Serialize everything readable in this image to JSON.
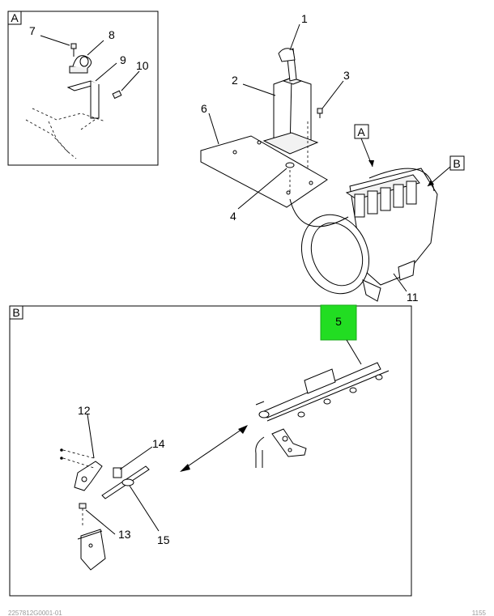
{
  "detail_a": {
    "box_label": "A"
  },
  "detail_b": {
    "box_label": "B"
  },
  "callouts": {
    "c1": "1",
    "c2": "2",
    "c3": "3",
    "c4": "4",
    "c5": "5",
    "c6": "6",
    "c7": "7",
    "c8": "8",
    "c9": "9",
    "c10": "10",
    "c11": "11",
    "c12": "12",
    "c13": "13",
    "c14": "14",
    "c15": "15"
  },
  "reference_markers": {
    "a": "A",
    "b": "B"
  },
  "highlight": {
    "target": "5",
    "color": "#22dd22"
  },
  "footer": {
    "left": "2257812G0001-01",
    "right": "1155"
  }
}
